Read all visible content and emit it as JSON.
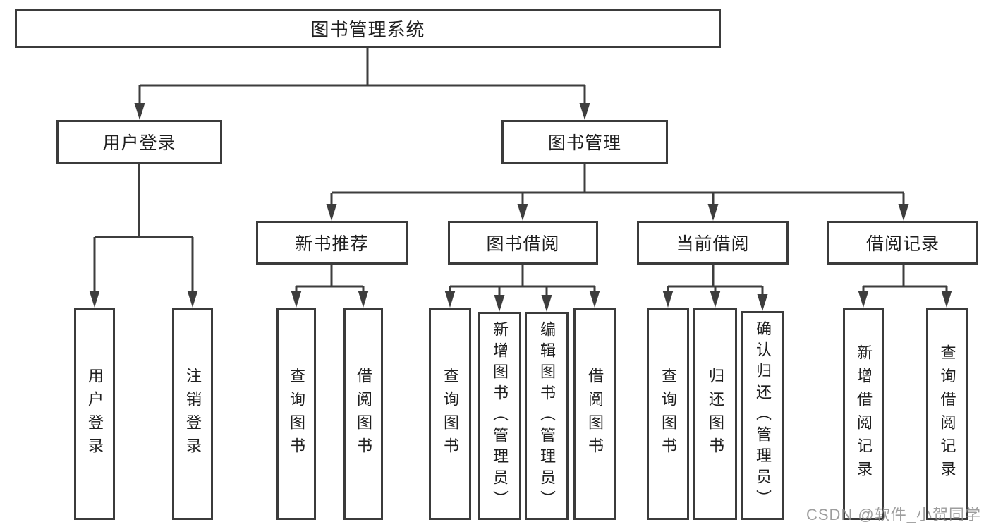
{
  "diagram": {
    "root": "图书管理系统",
    "user_login": {
      "label": "用户登录",
      "children": [
        "用户登录",
        "注销登录"
      ]
    },
    "book_management": {
      "label": "图书管理",
      "modules": [
        {
          "label": "新书推荐",
          "children": [
            "查询图书",
            "借阅图书"
          ]
        },
        {
          "label": "图书借阅",
          "children": [
            "查询图书",
            "新增图书（管理员）",
            "编辑图书（管理员）",
            "借阅图书"
          ]
        },
        {
          "label": "当前借阅",
          "children": [
            "查询图书",
            "归还图书",
            "确认归还（管理员）"
          ]
        },
        {
          "label": "借阅记录",
          "children": [
            "新增借阅记录",
            "查询借阅记录"
          ]
        }
      ]
    }
  },
  "watermark": "CSDN @软件_小贺同学",
  "colors": {
    "line": "#3d3d3d",
    "border": "#3b3b3b",
    "text": "#1f1f1f",
    "background": "#ffffff",
    "watermark": "#8c8c8c"
  }
}
